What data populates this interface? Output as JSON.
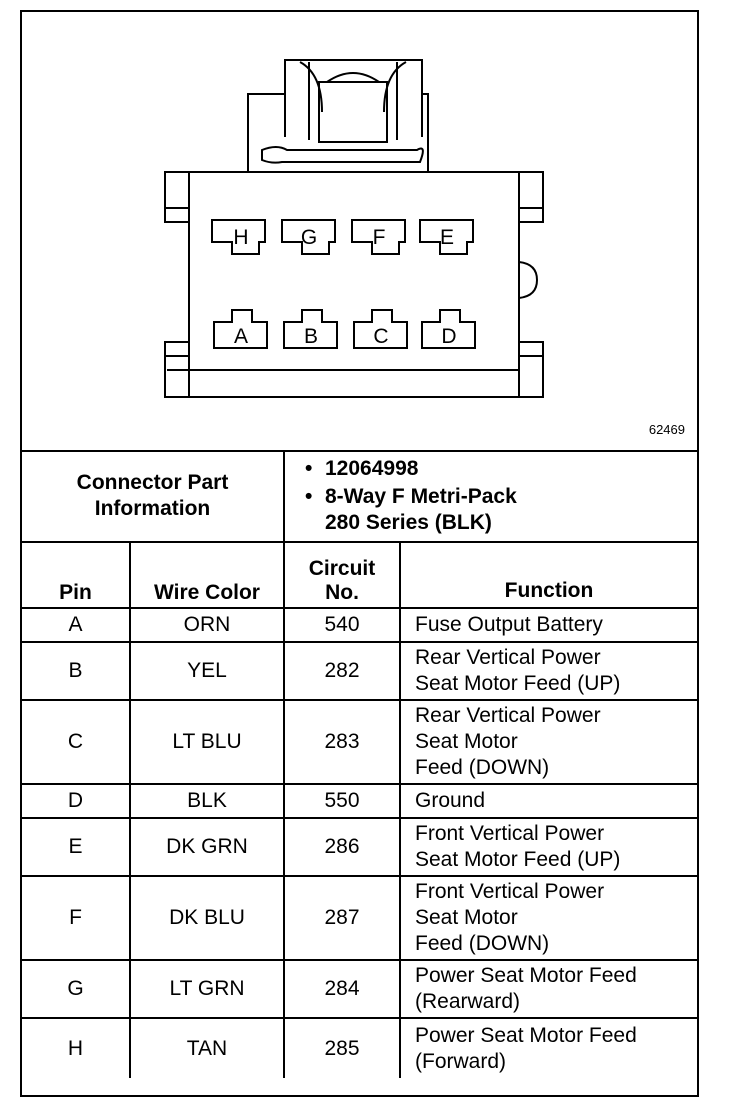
{
  "figure_number": "62469",
  "connector": {
    "pins_top": [
      "H",
      "G",
      "F",
      "E"
    ],
    "pins_bottom": [
      "A",
      "B",
      "C",
      "D"
    ]
  },
  "part_info": {
    "label_line1": "Connector Part",
    "label_line2": "Information",
    "part_number": "12064998",
    "description_line1": "8-Way F Metri-Pack",
    "description_line2": "280 Series (BLK)"
  },
  "table": {
    "headers": {
      "pin": "Pin",
      "wire_color": "Wire Color",
      "circuit_line1": "Circuit",
      "circuit_line2": "No.",
      "function": "Function"
    },
    "rows": [
      {
        "pin": "A",
        "wire_color": "ORN",
        "circuit": "540",
        "function": [
          "Fuse Output Battery"
        ]
      },
      {
        "pin": "B",
        "wire_color": "YEL",
        "circuit": "282",
        "function": [
          "Rear Vertical Power",
          "Seat Motor Feed (UP)"
        ]
      },
      {
        "pin": "C",
        "wire_color": "LT BLU",
        "circuit": "283",
        "function": [
          "Rear Vertical Power",
          "Seat Motor",
          "Feed (DOWN)"
        ]
      },
      {
        "pin": "D",
        "wire_color": "BLK",
        "circuit": "550",
        "function": [
          "Ground"
        ]
      },
      {
        "pin": "E",
        "wire_color": "DK GRN",
        "circuit": "286",
        "function": [
          "Front Vertical Power",
          "Seat Motor Feed (UP)"
        ]
      },
      {
        "pin": "F",
        "wire_color": "DK BLU",
        "circuit": "287",
        "function": [
          "Front Vertical Power",
          "Seat Motor",
          "Feed (DOWN)"
        ]
      },
      {
        "pin": "G",
        "wire_color": "LT GRN",
        "circuit": "284",
        "function": [
          "Power Seat Motor Feed",
          "(Rearward)"
        ]
      },
      {
        "pin": "H",
        "wire_color": "TAN",
        "circuit": "285",
        "function": [
          "Power Seat Motor Feed",
          "(Forward)"
        ]
      }
    ]
  }
}
